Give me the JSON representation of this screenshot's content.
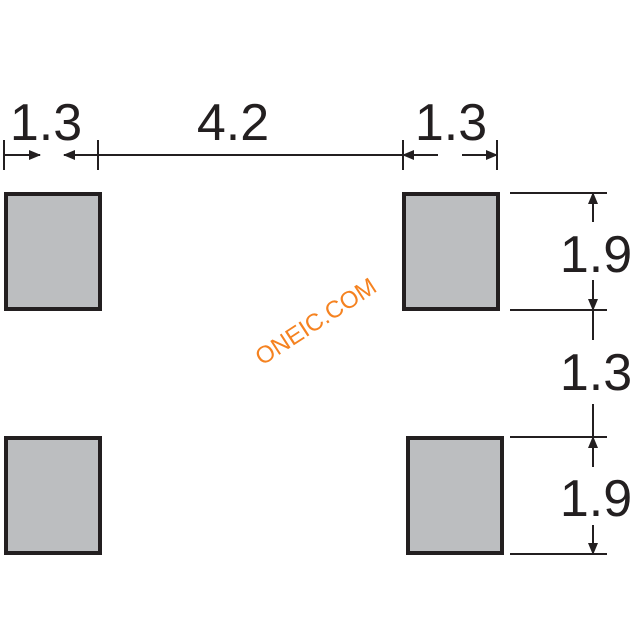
{
  "colors": {
    "pad_fill": "#bcbec0",
    "pad_stroke": "#231f20",
    "line": "#231f20",
    "text": "#231f20",
    "watermark": "#f58220"
  },
  "dimensions": {
    "top_left_pad_width": "1.3",
    "pad_gap": "4.2",
    "top_right_pad_width": "1.3",
    "upper_pad_height": "1.9",
    "vertical_gap": "1.3",
    "lower_pad_height": "1.9"
  },
  "watermark": "ONEIC.COM"
}
